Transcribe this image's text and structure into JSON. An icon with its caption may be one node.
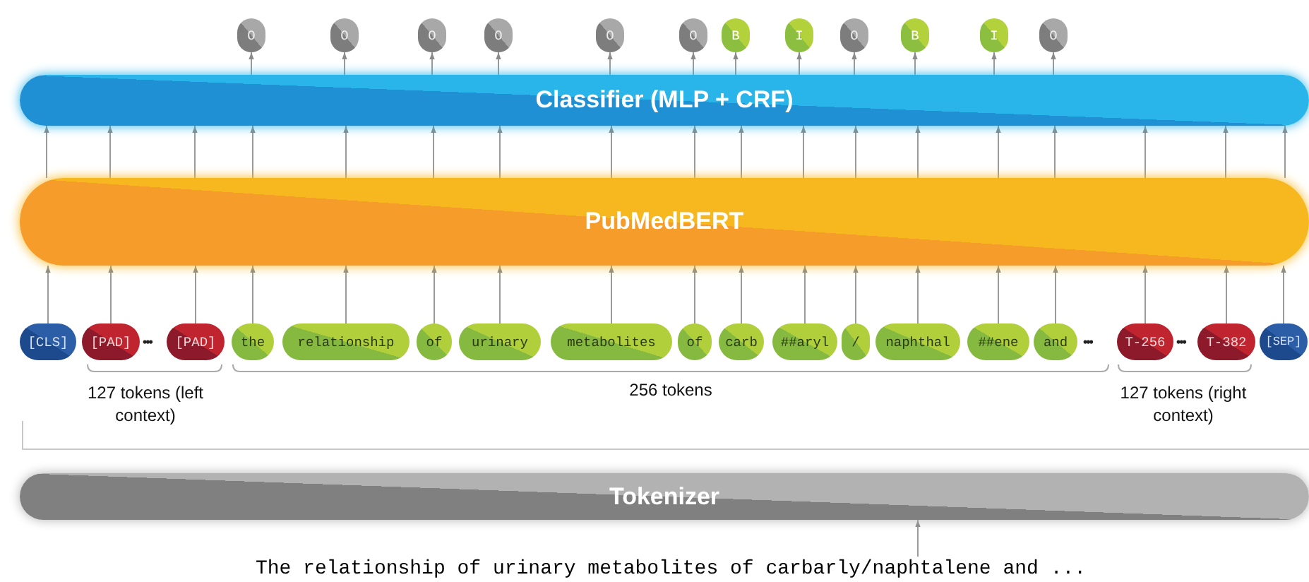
{
  "diagram": {
    "nodes": [
      {
        "text": [
          "O"
        ]
      },
      {
        "text": [
          "O"
        ]
      },
      {
        "text": [
          "O"
        ]
      },
      {
        "text": [
          "O"
        ]
      },
      {
        "text": [
          "O"
        ]
      },
      {
        "text": [
          "O"
        ]
      },
      {
        "text": [
          "B"
        ]
      },
      {
        "text": [
          "I"
        ]
      },
      {
        "text": [
          "O"
        ]
      },
      {
        "text": [
          "B"
        ]
      },
      {
        "text": [
          "I"
        ]
      },
      {
        "text": [
          "O"
        ]
      },
      {
        "text": [
          "Classifier (MLP + CRF)"
        ]
      },
      {
        "text": [
          "PubMedBERT"
        ]
      },
      {
        "text": [
          "[CLS]"
        ]
      },
      {
        "text": [
          "[PAD]"
        ]
      },
      {
        "text": [
          "[PAD]"
        ]
      },
      {
        "text": [
          "the"
        ]
      },
      {
        "text": [
          "relationship"
        ]
      },
      {
        "text": [
          "of"
        ]
      },
      {
        "text": [
          "urinary"
        ]
      },
      {
        "text": [
          "metabolites"
        ]
      },
      {
        "text": [
          "of"
        ]
      },
      {
        "text": [
          "carb"
        ]
      },
      {
        "text": [
          "##aryl"
        ]
      },
      {
        "text": [
          "/"
        ]
      },
      {
        "text": [
          "naphthal"
        ]
      },
      {
        "text": [
          "##ene"
        ]
      },
      {
        "text": [
          "and"
        ]
      },
      {
        "text": [
          "T-256"
        ]
      },
      {
        "text": [
          "T-382"
        ]
      },
      {
        "text": [
          "[SEP]"
        ]
      },
      {
        "text": [
          "Tokenizer"
        ]
      },
      {
        "text": [
          "The relationship of urinary metabolites of carbarly/naphtalene and ..."
        ]
      }
    ],
    "edges": [
      {
        "from": 14,
        "to": 13,
        "arrow": "to"
      },
      {
        "from": 15,
        "to": 13,
        "arrow": "to"
      },
      {
        "from": 16,
        "to": 13,
        "arrow": "to"
      },
      {
        "from": 17,
        "to": 13,
        "arrow": "to"
      },
      {
        "from": 18,
        "to": 13,
        "arrow": "to"
      },
      {
        "from": 19,
        "to": 13,
        "arrow": "to"
      },
      {
        "from": 20,
        "to": 13,
        "arrow": "to"
      },
      {
        "from": 21,
        "to": 13,
        "arrow": "to"
      },
      {
        "from": 22,
        "to": 13,
        "arrow": "to"
      },
      {
        "from": 23,
        "to": 13,
        "arrow": "to"
      },
      {
        "from": 24,
        "to": 13,
        "arrow": "to"
      },
      {
        "from": 25,
        "to": 13,
        "arrow": "to"
      },
      {
        "from": 26,
        "to": 13,
        "arrow": "to"
      },
      {
        "from": 27,
        "to": 13,
        "arrow": "to"
      },
      {
        "from": 28,
        "to": 13,
        "arrow": "to"
      },
      {
        "from": 29,
        "to": 13,
        "arrow": "to"
      },
      {
        "from": 30,
        "to": 13,
        "arrow": "to"
      },
      {
        "from": 31,
        "to": 13,
        "arrow": "to"
      },
      {
        "from": 13,
        "to": 12,
        "arrow": "to"
      },
      {
        "from": 13,
        "to": 12,
        "arrow": "to"
      },
      {
        "from": 13,
        "to": 12,
        "arrow": "to"
      },
      {
        "from": 13,
        "to": 12,
        "arrow": "to"
      },
      {
        "from": 13,
        "to": 12,
        "arrow": "to"
      },
      {
        "from": 13,
        "to": 12,
        "arrow": "to"
      },
      {
        "from": 13,
        "to": 12,
        "arrow": "to"
      },
      {
        "from": 13,
        "to": 12,
        "arrow": "to"
      },
      {
        "from": 13,
        "to": 12,
        "arrow": "to"
      },
      {
        "from": 13,
        "to": 12,
        "arrow": "to"
      },
      {
        "from": 13,
        "to": 12,
        "arrow": "to"
      },
      {
        "from": 13,
        "to": 12,
        "arrow": "to"
      },
      {
        "from": 13,
        "to": 12,
        "arrow": "to"
      },
      {
        "from": 13,
        "to": 12,
        "arrow": "to"
      },
      {
        "from": 13,
        "to": 12,
        "arrow": "to"
      },
      {
        "from": 13,
        "to": 12,
        "arrow": "to"
      },
      {
        "from": 13,
        "to": 12,
        "arrow": "to"
      },
      {
        "from": 13,
        "to": 12,
        "arrow": "to"
      },
      {
        "from": 12,
        "to": 0,
        "arrow": "to"
      },
      {
        "from": 12,
        "to": 1,
        "arrow": "to"
      },
      {
        "from": 12,
        "to": 2,
        "arrow": "to"
      },
      {
        "from": 12,
        "to": 3,
        "arrow": "to"
      },
      {
        "from": 12,
        "to": 4,
        "arrow": "to"
      },
      {
        "from": 12,
        "to": 5,
        "arrow": "to"
      },
      {
        "from": 12,
        "to": 6,
        "arrow": "to"
      },
      {
        "from": 12,
        "to": 7,
        "arrow": "to"
      },
      {
        "from": 12,
        "to": 8,
        "arrow": "to"
      },
      {
        "from": 12,
        "to": 9,
        "arrow": "to"
      },
      {
        "from": 12,
        "to": 10,
        "arrow": "to"
      },
      {
        "from": 12,
        "to": 11,
        "arrow": "to"
      },
      {
        "from": 33,
        "to": 32,
        "arrow": "to"
      }
    ],
    "labels": [
      "•••",
      "•••",
      "•••",
      "127 tokens (left context)",
      "256 tokens",
      "127 tokens (right context)"
    ]
  }
}
